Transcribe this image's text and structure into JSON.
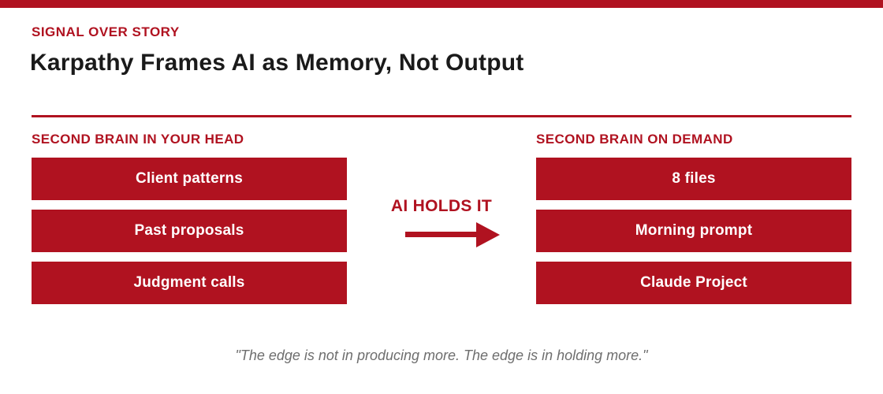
{
  "colors": {
    "accent": "#B01220",
    "title_color": "#1A1A1A",
    "quote_color": "#6E6E6E",
    "box_text": "#FFFFFF",
    "bg": "#FFFFFF"
  },
  "header": {
    "eyebrow": "SIGNAL OVER STORY",
    "title": "Karpathy Frames AI as Memory, Not Output"
  },
  "left_column": {
    "heading": "SECOND BRAIN IN YOUR HEAD",
    "items": [
      {
        "label": "Client patterns"
      },
      {
        "label": "Past proposals"
      },
      {
        "label": "Judgment calls"
      }
    ]
  },
  "center": {
    "label": "AI HOLDS IT",
    "arrow_direction": "right"
  },
  "right_column": {
    "heading": "SECOND BRAIN ON DEMAND",
    "items": [
      {
        "label": "8 files"
      },
      {
        "label": "Morning prompt"
      },
      {
        "label": "Claude Project"
      }
    ]
  },
  "footer": {
    "quote": "\"The edge is not in producing more. The edge is in holding more.\""
  }
}
